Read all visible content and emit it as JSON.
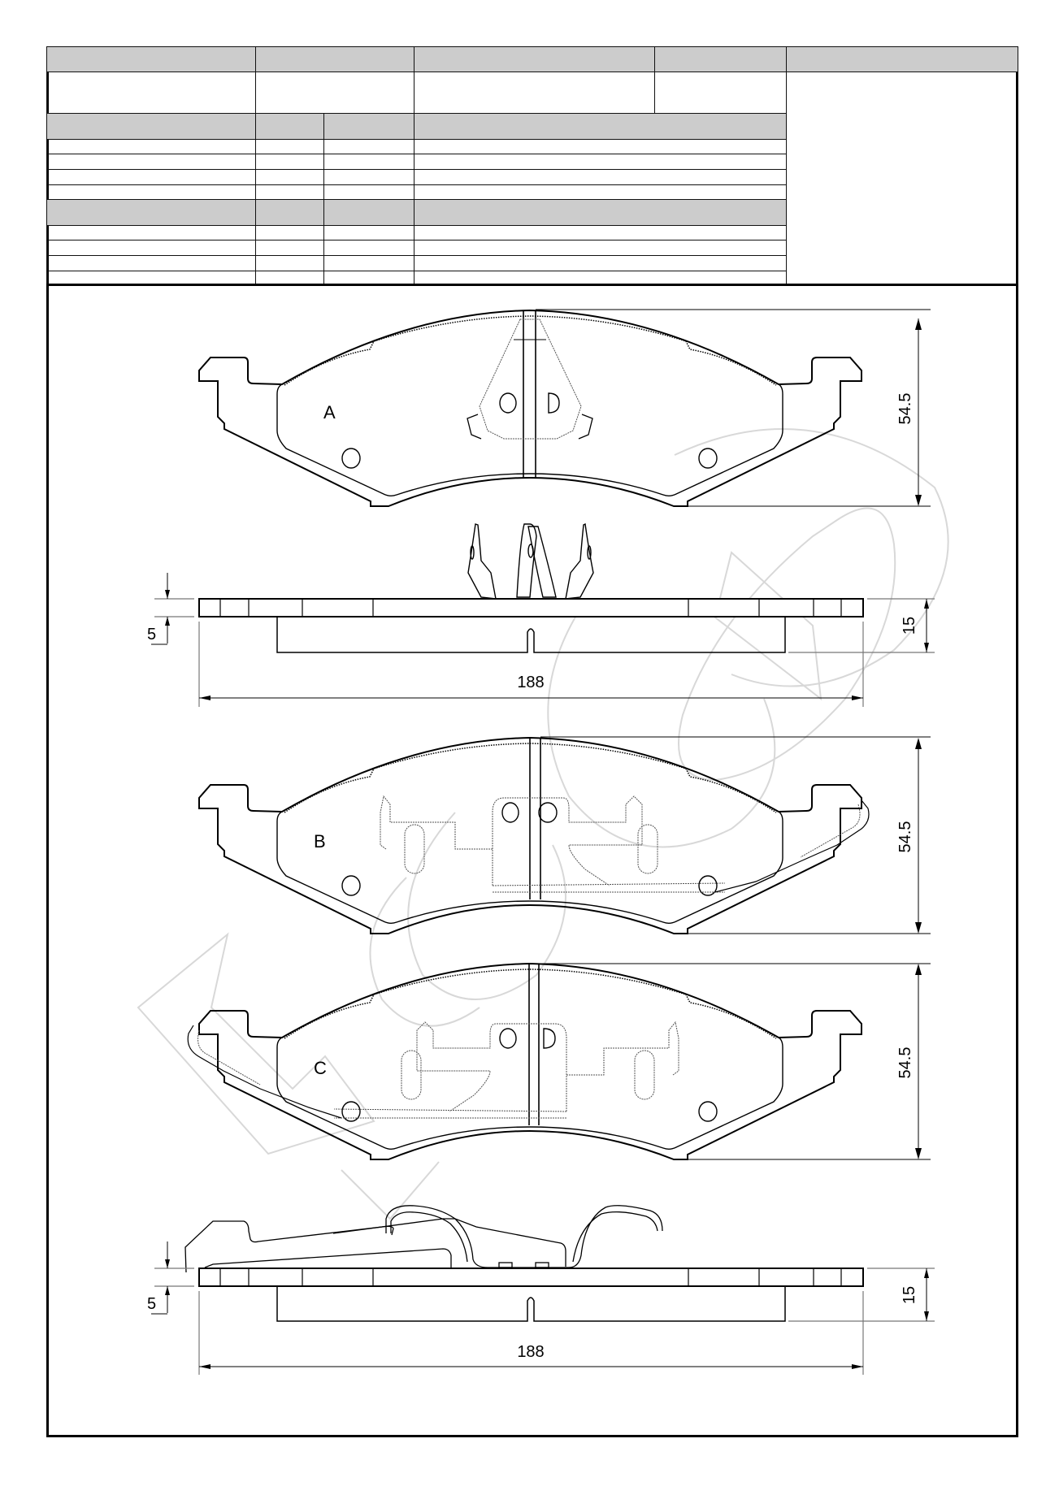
{
  "document": {
    "type": "technical-drawing",
    "subject": "brake-pad"
  },
  "spec_table": {
    "header_row": [
      "",
      "",
      "",
      "",
      ""
    ],
    "info_row": [
      "",
      "",
      "",
      ""
    ],
    "section_1_header": [
      "",
      "",
      "",
      ""
    ],
    "section_1_rows": [
      [
        "",
        "",
        "",
        ""
      ],
      [
        "",
        "",
        "",
        ""
      ],
      [
        "",
        "",
        "",
        ""
      ],
      [
        "",
        "",
        "",
        ""
      ]
    ],
    "section_2_header": [
      "",
      "",
      "",
      ""
    ],
    "section_2_rows": [
      [
        "",
        "",
        "",
        ""
      ],
      [
        "",
        "",
        "",
        ""
      ],
      [
        "",
        "",
        "",
        ""
      ],
      [
        "",
        "",
        "",
        ""
      ]
    ],
    "notes_panel": ""
  },
  "views": {
    "view_a": {
      "label": "A",
      "height_dim": "54.5"
    },
    "side_a": {
      "width_dim": "188",
      "thickness_dim": "15",
      "plate_dim": "5"
    },
    "view_b": {
      "label": "B",
      "height_dim": "54.5"
    },
    "view_c": {
      "label": "C",
      "height_dim": "54.5"
    },
    "side_c": {
      "width_dim": "188",
      "thickness_dim": "15",
      "plate_dim": "5"
    }
  },
  "colors": {
    "line": "#000000",
    "header_fill": "#cccccc",
    "hidden_line": "#555555",
    "watermark": "#d8d8d8"
  }
}
